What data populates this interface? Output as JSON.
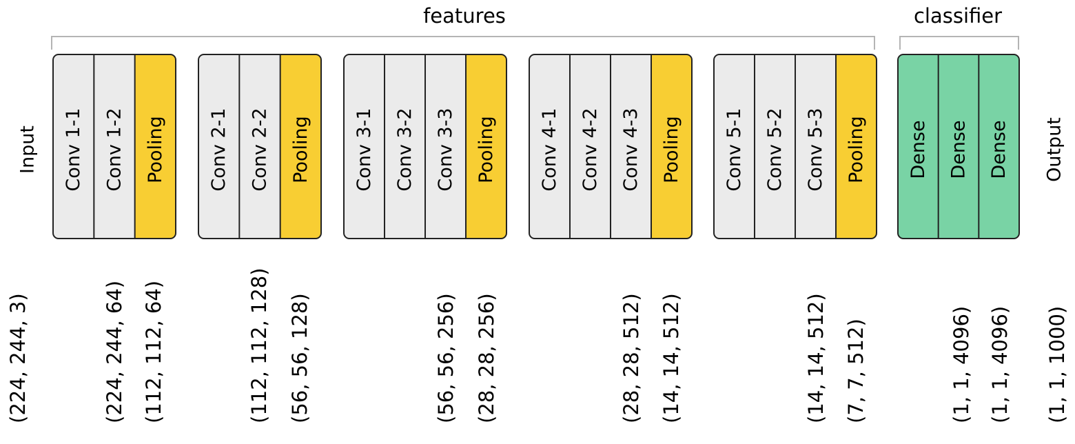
{
  "colors": {
    "conv": "#ebebeb",
    "pooling": "#f8ce33",
    "dense": "#79d3a5",
    "border": "#222222",
    "bracket": "#b4b4b4"
  },
  "groups": {
    "features": "features",
    "classifier": "classifier"
  },
  "side_labels": {
    "input": "Input",
    "output": "Output"
  },
  "blocks": [
    {
      "cells": [
        {
          "label": "Conv 1-1",
          "type": "conv"
        },
        {
          "label": "Conv 1-2",
          "type": "conv"
        },
        {
          "label": "Pooling",
          "type": "pooling"
        }
      ]
    },
    {
      "cells": [
        {
          "label": "Conv 2-1",
          "type": "conv"
        },
        {
          "label": "Conv 2-2",
          "type": "conv"
        },
        {
          "label": "Pooling",
          "type": "pooling"
        }
      ]
    },
    {
      "cells": [
        {
          "label": "Conv 3-1",
          "type": "conv"
        },
        {
          "label": "Conv 3-2",
          "type": "conv"
        },
        {
          "label": "Conv 3-3",
          "type": "conv"
        },
        {
          "label": "Pooling",
          "type": "pooling"
        }
      ]
    },
    {
      "cells": [
        {
          "label": "Conv 4-1",
          "type": "conv"
        },
        {
          "label": "Conv 4-2",
          "type": "conv"
        },
        {
          "label": "Conv 4-3",
          "type": "conv"
        },
        {
          "label": "Pooling",
          "type": "pooling"
        }
      ]
    },
    {
      "cells": [
        {
          "label": "Conv 5-1",
          "type": "conv"
        },
        {
          "label": "Conv 5-2",
          "type": "conv"
        },
        {
          "label": "Conv 5-3",
          "type": "conv"
        },
        {
          "label": "Pooling",
          "type": "pooling"
        }
      ]
    },
    {
      "cells": [
        {
          "label": "Dense",
          "type": "dense"
        },
        {
          "label": "Dense",
          "type": "dense"
        },
        {
          "label": "Dense",
          "type": "dense"
        }
      ]
    }
  ],
  "shapes": [
    "(224, 244, 3)",
    "(224, 244, 64)",
    "(112, 112, 64)",
    "(112, 112, 128)",
    "(56, 56, 128)",
    "(56, 56, 256)",
    "(28, 28, 256)",
    "(28, 28, 512)",
    "(14, 14, 512)",
    "(14, 14, 512)",
    "(7, 7, 512)",
    "(1, 1, 4096)",
    "(1, 1, 4096)",
    "(1, 1, 1000)"
  ]
}
